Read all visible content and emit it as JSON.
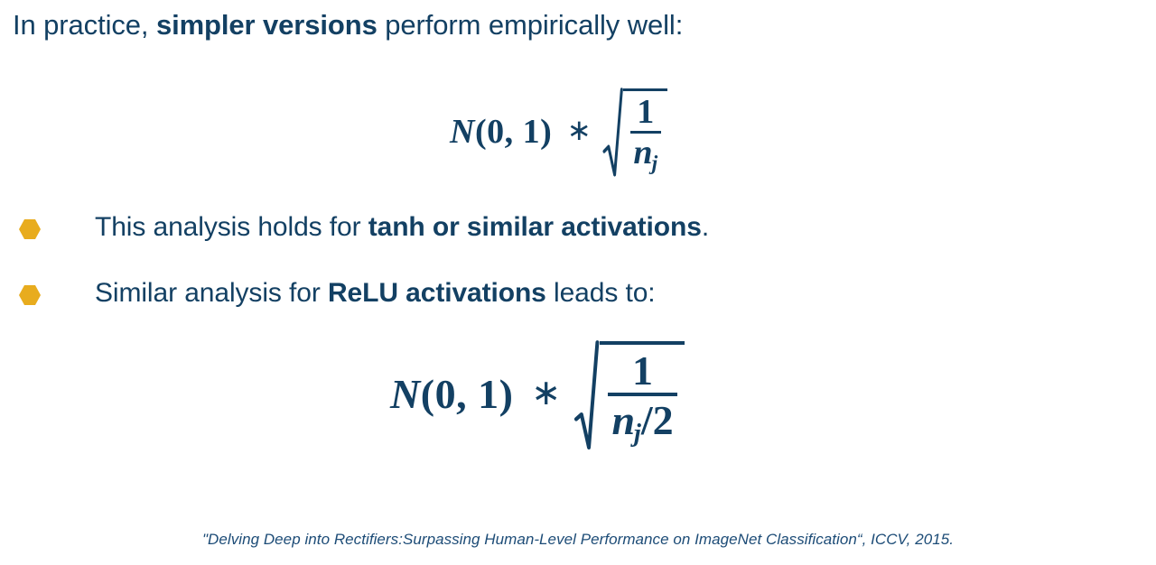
{
  "slide": {
    "background_color": "#ffffff",
    "text_color": "#134063",
    "bullet_color": "#e8ac1e"
  },
  "intro": {
    "before": "In practice, ",
    "emphasis": "simpler versions",
    "after": " perform empirically well:"
  },
  "formula_1": {
    "label": "normal-distribution-scaled-by-inverse-sqrt-fan-in",
    "distribution": "N",
    "open_paren": "(",
    "mean": "0",
    "comma": ", ",
    "variance": "1",
    "close_paren": ")",
    "operator": "∗",
    "radical": "√",
    "numerator": "1",
    "denominator_base": "n",
    "denominator_subscript": "j",
    "plain_text": "N(0, 1) * sqrt(1 / n_j)"
  },
  "bullets": [
    {
      "icon": "hexagon-bullet",
      "before": "This analysis holds for ",
      "emphasis": "tanh or similar activations",
      "after": "."
    },
    {
      "icon": "hexagon-bullet",
      "before": "Similar analysis for ",
      "emphasis": "ReLU activations",
      "after": " leads to:"
    }
  ],
  "formula_2": {
    "label": "normal-distribution-scaled-by-inverse-sqrt-half-fan-in",
    "distribution": "N",
    "open_paren": "(",
    "mean": "0",
    "comma": ", ",
    "variance": "1",
    "close_paren": ")",
    "operator": "∗",
    "radical": "√",
    "numerator": "1",
    "denominator_base": "n",
    "denominator_subscript": "j",
    "denominator_slash": "/",
    "denominator_divisor": "2",
    "plain_text": "N(0, 1) * sqrt(1 / (n_j / 2))"
  },
  "citation": {
    "text": "\"Delving Deep into Rectifiers:Surpassing Human-Level Performance on ImageNet Classification“, ICCV, 2015."
  }
}
